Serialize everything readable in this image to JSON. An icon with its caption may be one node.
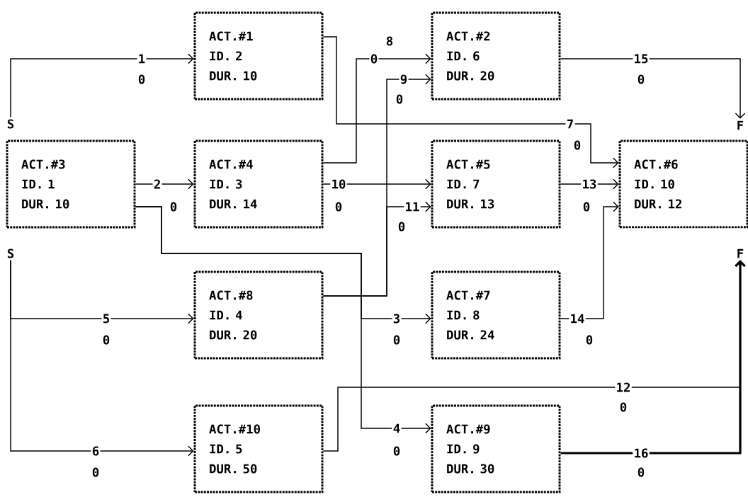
{
  "diagram": {
    "nodes": [
      {
        "text": [
          "ACT.#1",
          "ID. 2",
          "DUR. 10"
        ]
      },
      {
        "text": [
          "ACT.#2",
          "ID. 6",
          "DUR. 20"
        ]
      },
      {
        "text": [
          "S"
        ]
      },
      {
        "text": [
          "F"
        ]
      },
      {
        "text": [
          "ACT.#3",
          "ID. 1",
          "DUR. 10"
        ]
      },
      {
        "text": [
          "ACT.#4",
          "ID. 3",
          "DUR. 14"
        ]
      },
      {
        "text": [
          "ACT.#5",
          "ID. 7",
          "DUR. 13"
        ]
      },
      {
        "text": [
          "ACT.#6",
          "ID. 10",
          "DUR. 12"
        ]
      },
      {
        "text": [
          "S"
        ]
      },
      {
        "text": [
          "F"
        ]
      },
      {
        "text": [
          "ACT.#8",
          "ID. 4",
          "DUR. 20"
        ]
      },
      {
        "text": [
          "ACT.#7",
          "ID. 8",
          "DUR. 24"
        ]
      },
      {
        "text": [
          "ACT.#10",
          "ID. 5",
          "DUR. 50"
        ]
      },
      {
        "text": [
          "ACT.#9",
          "ID. 9",
          "DUR. 30"
        ]
      }
    ],
    "edges": [
      {
        "from": 2,
        "to": 0,
        "arrow": "to",
        "label": "1"
      },
      {
        "from": 4,
        "to": 5,
        "arrow": "to",
        "label": "2"
      },
      {
        "from": 4,
        "to": 11,
        "arrow": "to",
        "label": "3"
      },
      {
        "from": 4,
        "to": 13,
        "arrow": "to",
        "label": "4"
      },
      {
        "from": 8,
        "to": 10,
        "arrow": "to",
        "label": "5"
      },
      {
        "from": 8,
        "to": 12,
        "arrow": "to",
        "label": "6"
      },
      {
        "from": 0,
        "to": 7,
        "arrow": "to",
        "label": "7"
      },
      {
        "from": 5,
        "to": 1,
        "arrow": "to",
        "label": "8"
      },
      {
        "from": 10,
        "to": 1,
        "arrow": "to",
        "label": "9"
      },
      {
        "from": 5,
        "to": 6,
        "arrow": "to",
        "label": "10"
      },
      {
        "from": 10,
        "to": 6,
        "arrow": "to",
        "label": "11"
      },
      {
        "from": 12,
        "to": 9,
        "arrow": "to",
        "label": "12"
      },
      {
        "from": 6,
        "to": 7,
        "arrow": "to",
        "label": "13"
      },
      {
        "from": 11,
        "to": 7,
        "arrow": "to",
        "label": "14"
      },
      {
        "from": 1,
        "to": 3,
        "arrow": "to",
        "label": "15"
      },
      {
        "from": 13,
        "to": 9,
        "arrow": "to",
        "label": "16",
        "style": "thick"
      }
    ],
    "labels": [
      "0",
      "0",
      "0",
      "0",
      "0",
      "0",
      "0",
      "0",
      "0",
      "0",
      "0",
      "0",
      "0",
      "0",
      "0",
      "0"
    ]
  }
}
